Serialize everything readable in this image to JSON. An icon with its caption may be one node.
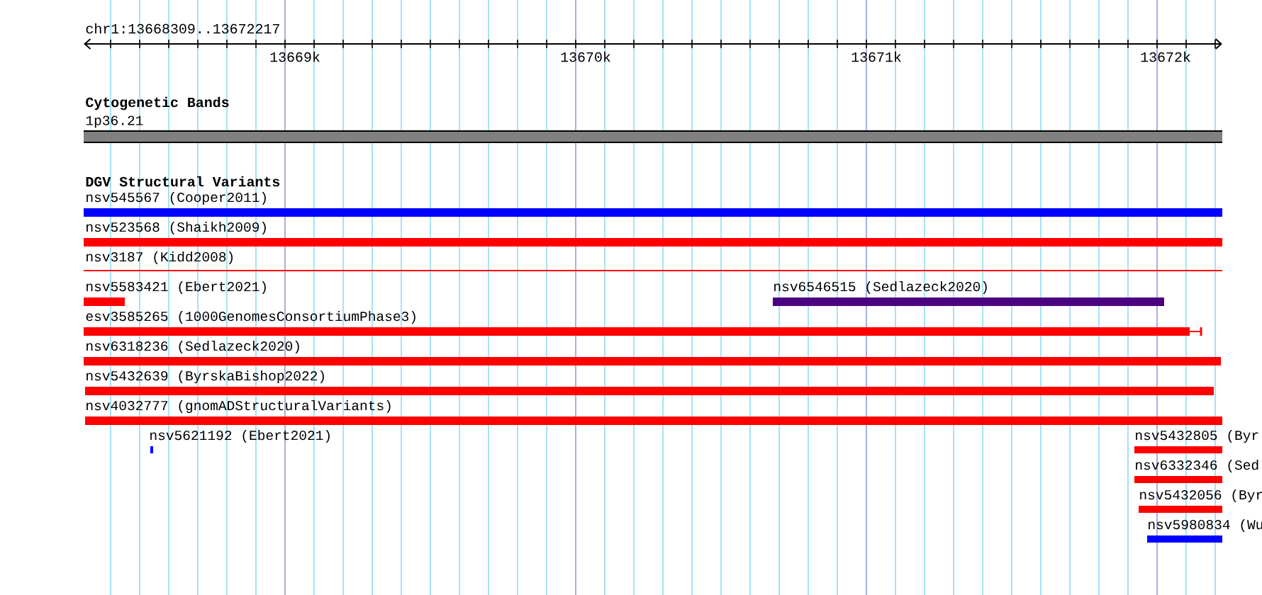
{
  "diagram": {
    "nodes": [
      {
        "text": [
          "1p36.21"
        ]
      },
      {
        "text": [
          "nsv545567 (Cooper2011)"
        ]
      },
      {
        "text": [
          "nsv523568 (Shaikh2009)"
        ]
      },
      {
        "text": [
          "nsv3187 (Kidd2008)"
        ]
      },
      {
        "text": [
          "nsv5583421 (Ebert2021)"
        ]
      },
      {
        "text": [
          "nsv6546515 (Sedlazeck2020)"
        ]
      },
      {
        "text": [
          "esv3585265 (1000GenomesConsortiumPhase3)"
        ]
      },
      {
        "text": [
          "nsv6318236 (Sedlazeck2020)"
        ]
      },
      {
        "text": [
          "nsv5432639 (ByrskaBishop2022)"
        ]
      },
      {
        "text": [
          "nsv4032777 (gnomADStructuralVariants)"
        ]
      },
      {
        "text": [
          "nsv5621192 (Ebert2021)"
        ]
      },
      {
        "text": [
          "nsv5432805 (Byr"
        ]
      },
      {
        "text": [
          "nsv6332346 (Sed"
        ]
      },
      {
        "text": [
          "nsv5432056 (Byr"
        ]
      },
      {
        "text": [
          "nsv5980834 (Wu"
        ]
      }
    ],
    "labels": [
      "chr1:13668309..13672217",
      "13669k",
      "13670k",
      "13671k",
      "13672k",
      "Cytogenetic Bands",
      "DGV Structural Variants"
    ]
  }
}
